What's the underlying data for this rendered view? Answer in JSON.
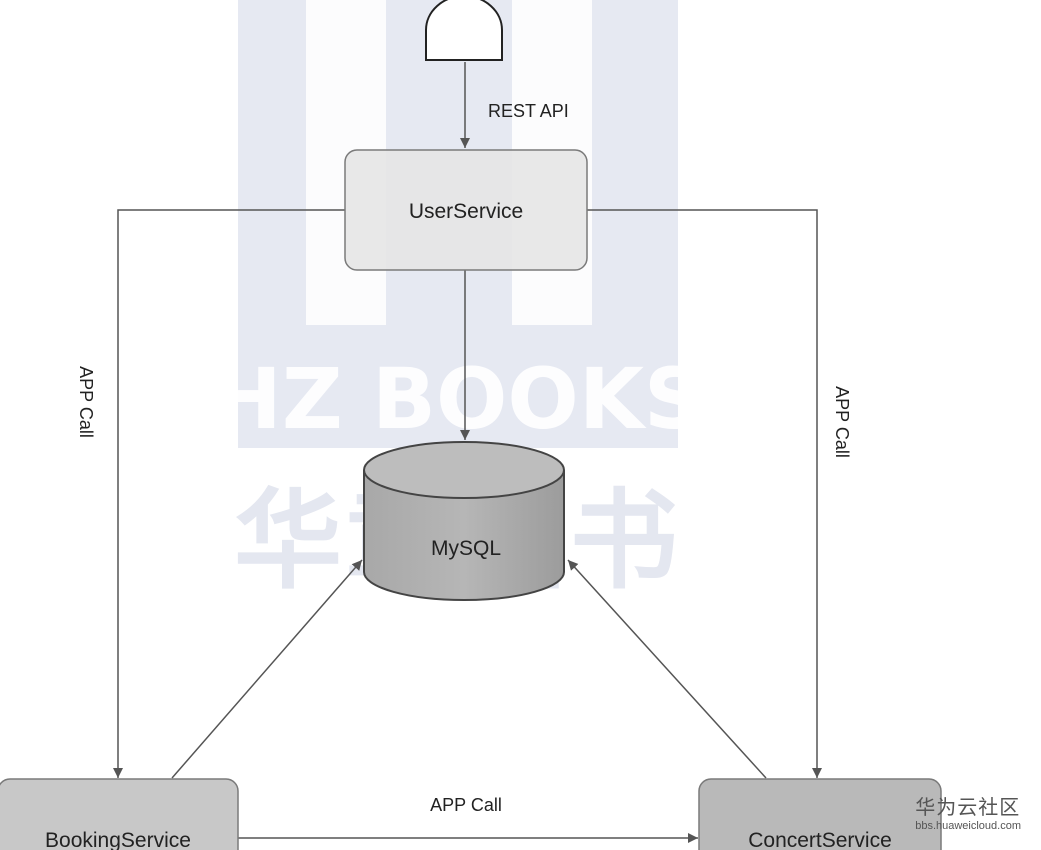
{
  "watermark": {
    "title": "HZ BOOKS",
    "subtitle": "华章图书"
  },
  "nodes": {
    "client": "",
    "user_service": "UserService",
    "mysql": "MySQL",
    "booking_service": "BookingService",
    "concert_service": "ConcertService"
  },
  "edges": {
    "client_to_user": "REST API",
    "user_to_booking": "APP Call",
    "user_to_concert": "APP Call",
    "booking_to_concert": "APP Call"
  },
  "footer": {
    "brand": "华为云社区",
    "url": "bbs.huaweicloud.com"
  }
}
